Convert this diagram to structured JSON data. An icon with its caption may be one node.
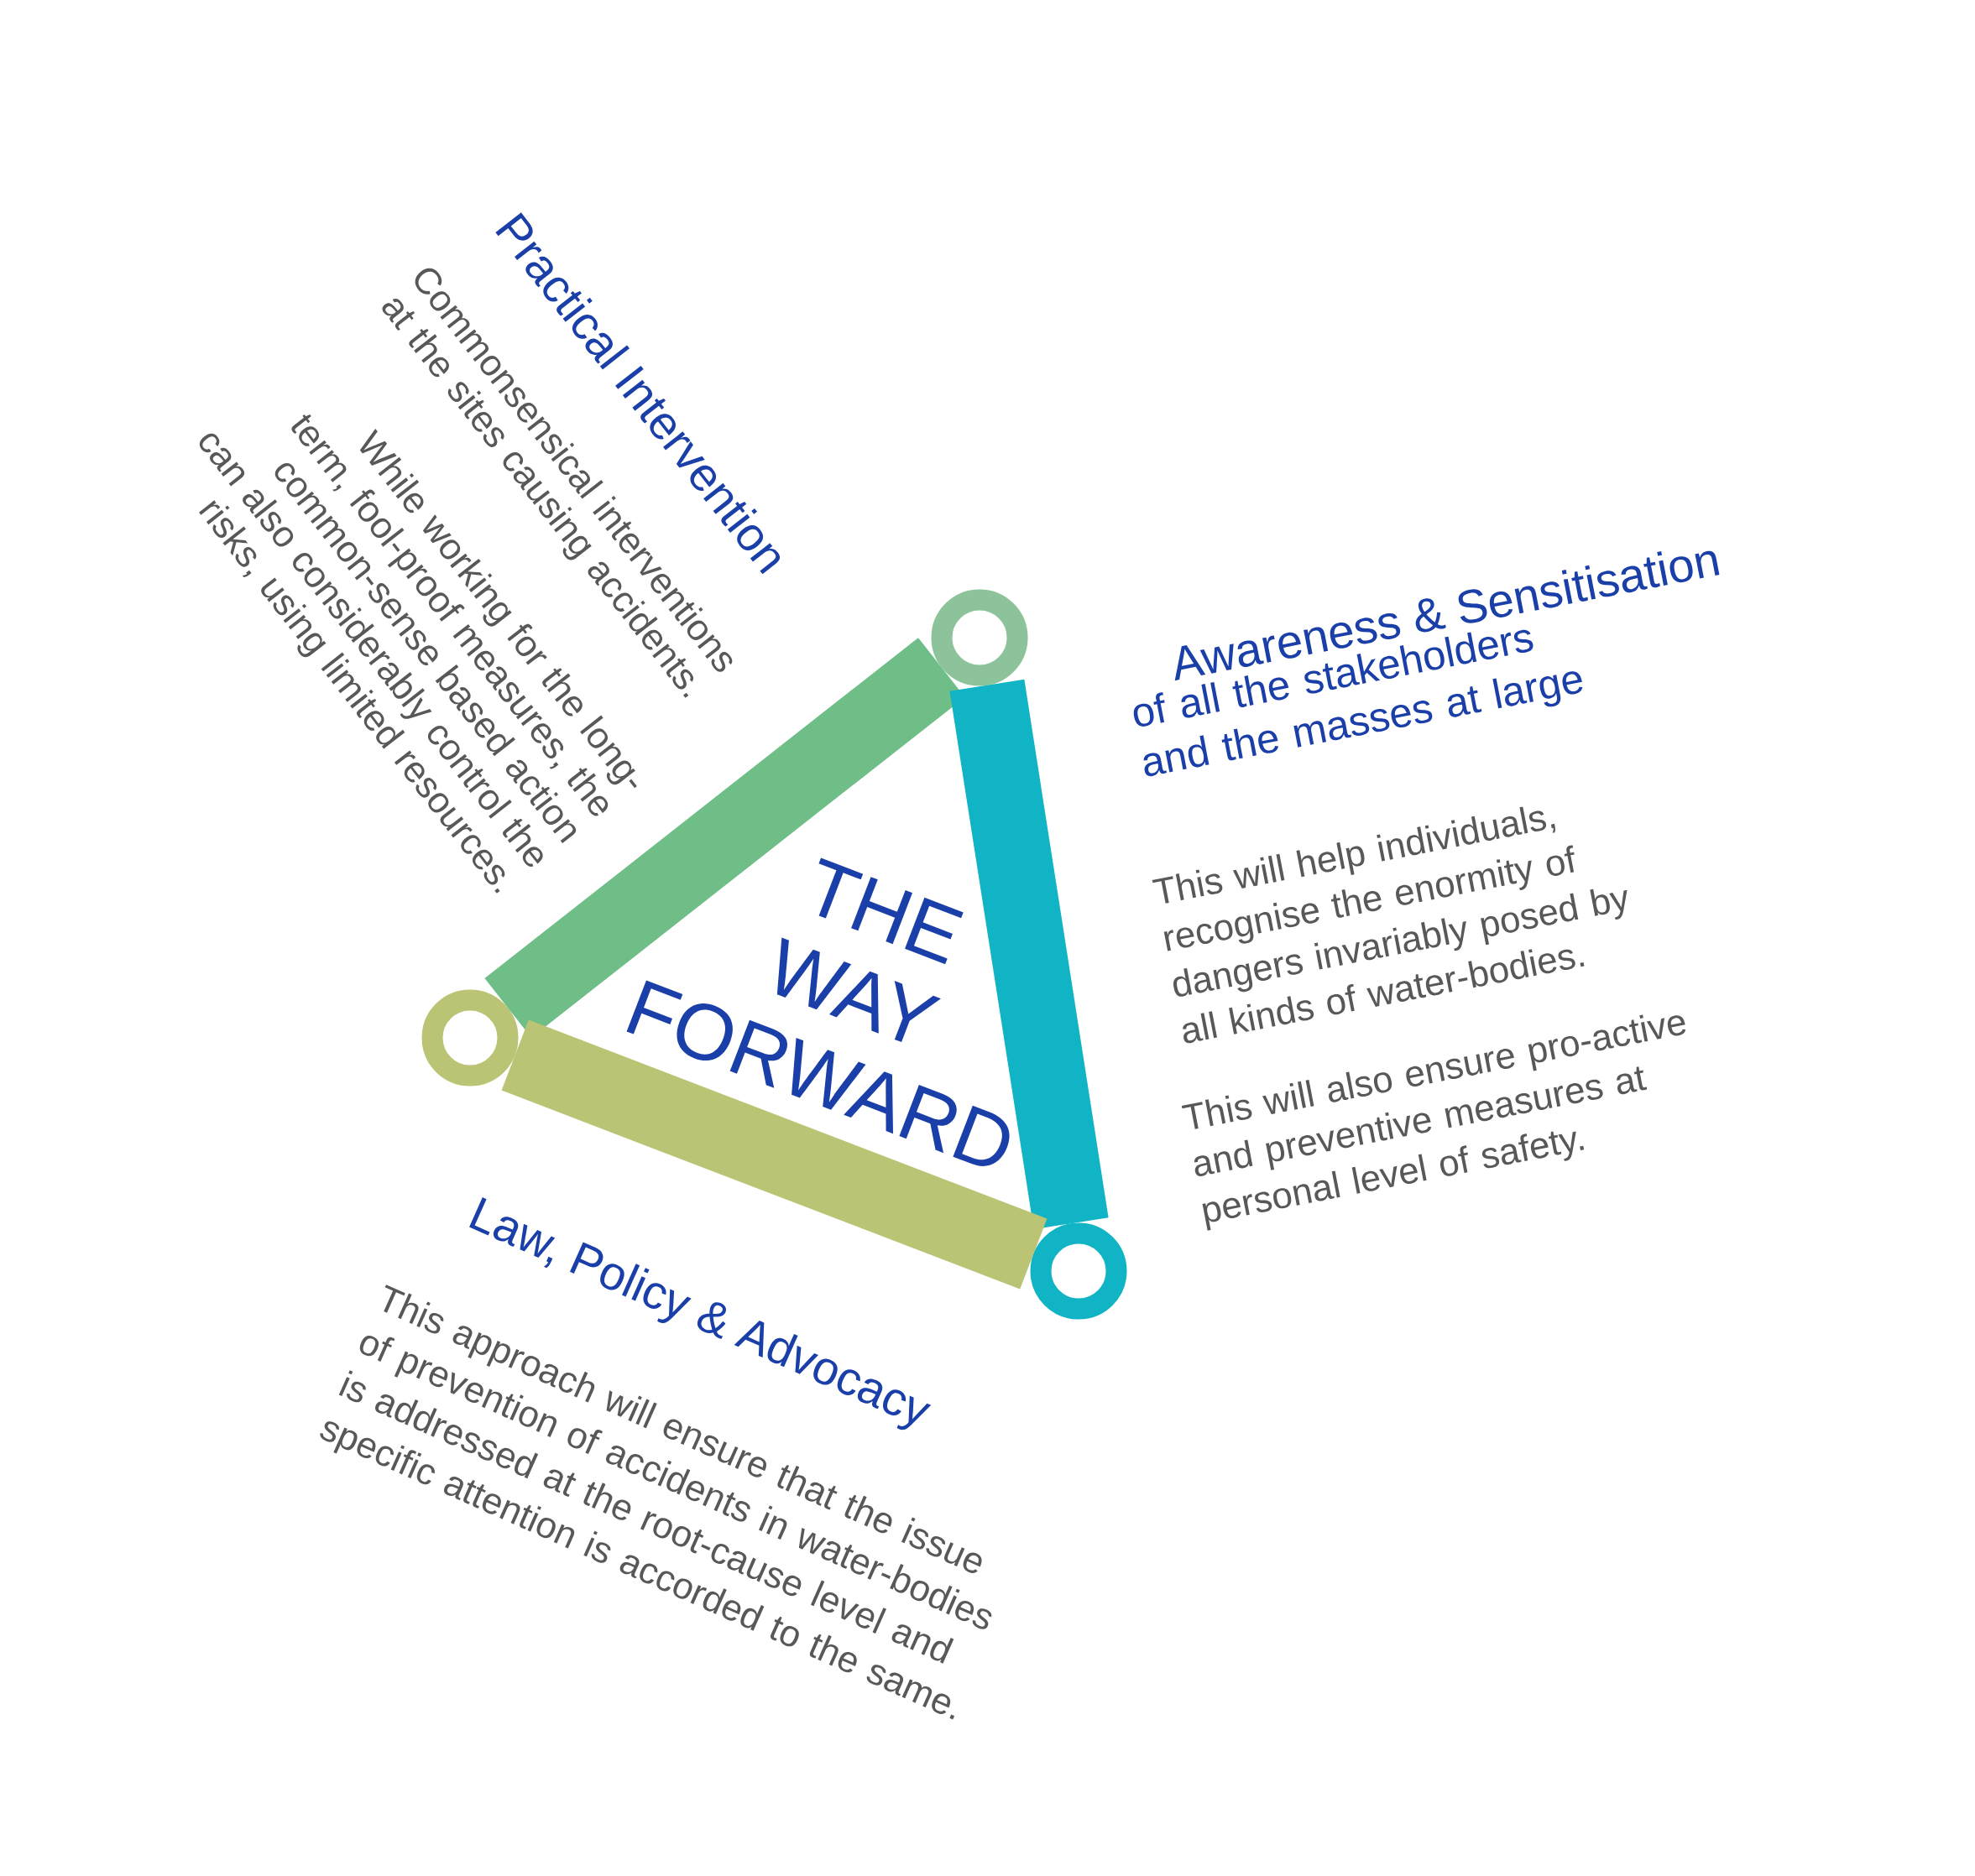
{
  "diagram": {
    "nodes": [
      {
        "text": [],
        "shape": "circle"
      },
      {
        "text": [],
        "shape": "circle"
      },
      {
        "text": [],
        "shape": "circle"
      }
    ],
    "edges": [
      {
        "from": 0,
        "to": 1,
        "arrow": "none",
        "color": "#6fbe88"
      },
      {
        "from": 0,
        "to": 2,
        "arrow": "none",
        "color": "#10b4c4"
      },
      {
        "from": 1,
        "to": 2,
        "arrow": "none",
        "color": "#bbc474"
      }
    ],
    "labels": [
      "Practical Intervention",
      "Commonsensical interventions at the sites causing accidents.",
      "While working for the long-term, fool-proof measures, the common-sense based action can also considerably control the risks, using limited resources.",
      "Awareness & Sensitisation",
      "of all the stakeholders and the masses at large",
      "This will help individuals, recognise the enormity of dangers invariably posed by all kinds of water-bodies.",
      "This will also ensure pro-active and preventive measures at personal level of safety.",
      "THE WAY FORWARD",
      "Law, Policy & Advocacy",
      "This approach will ensure that the issue of prevention of accidents in water-bodies is addressed at the root-cause level and specific attention is accorded to the same."
    ]
  }
}
